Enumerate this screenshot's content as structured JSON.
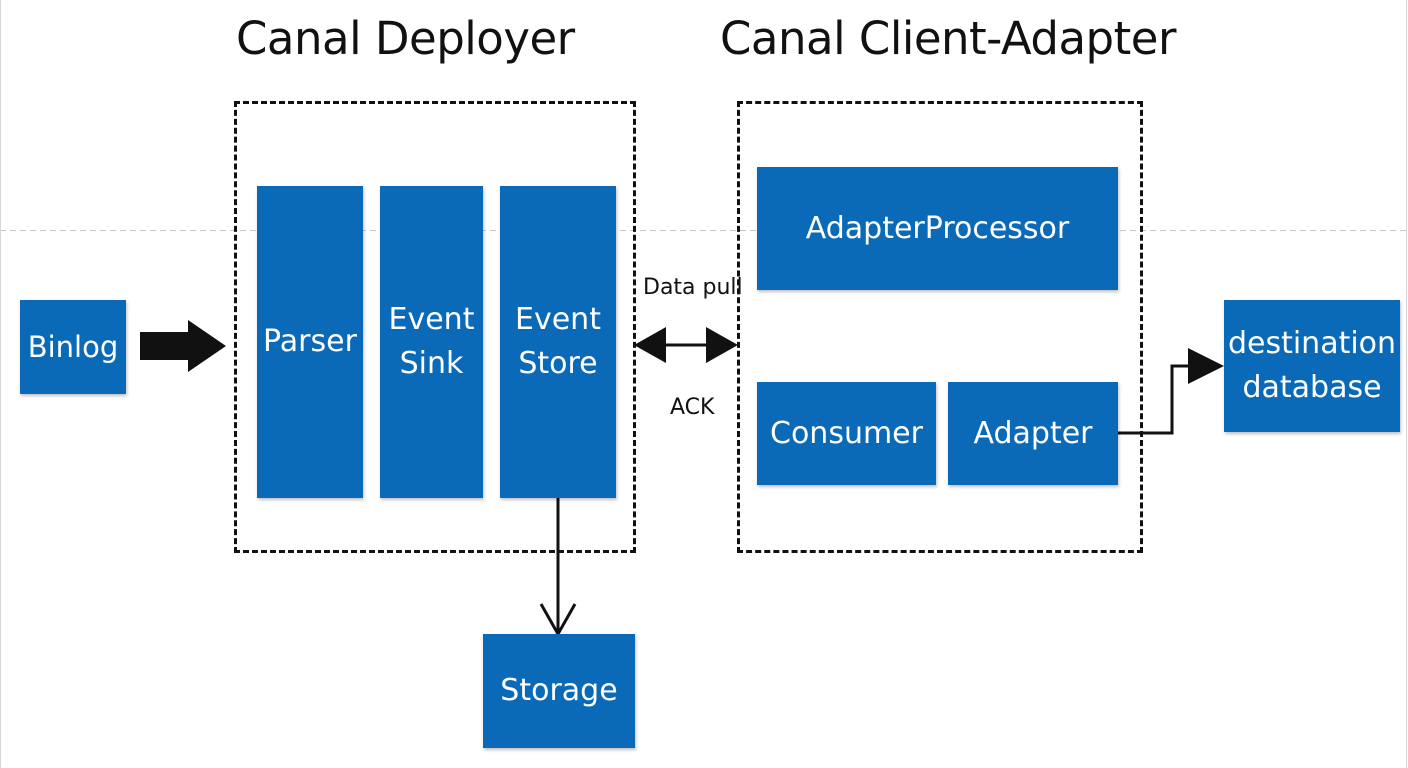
{
  "titles": {
    "deployer": "Canal Deployer",
    "client_adapter": "Canal Client-Adapter"
  },
  "nodes": {
    "binlog": "Binlog",
    "parser": "Parser",
    "event_sink": "Event\nSink",
    "event_store": "Event\nStore",
    "storage": "Storage",
    "adapter_processor": "AdapterProcessor",
    "consumer": "Consumer",
    "adapter": "Adapter",
    "destination_database": "destination\ndatabase"
  },
  "edge_labels": {
    "data_pull": "Data pull",
    "ack": "ACK"
  },
  "colors": {
    "node_fill": "#0a6ab8",
    "node_text": "#ffffff",
    "line": "#111111"
  }
}
